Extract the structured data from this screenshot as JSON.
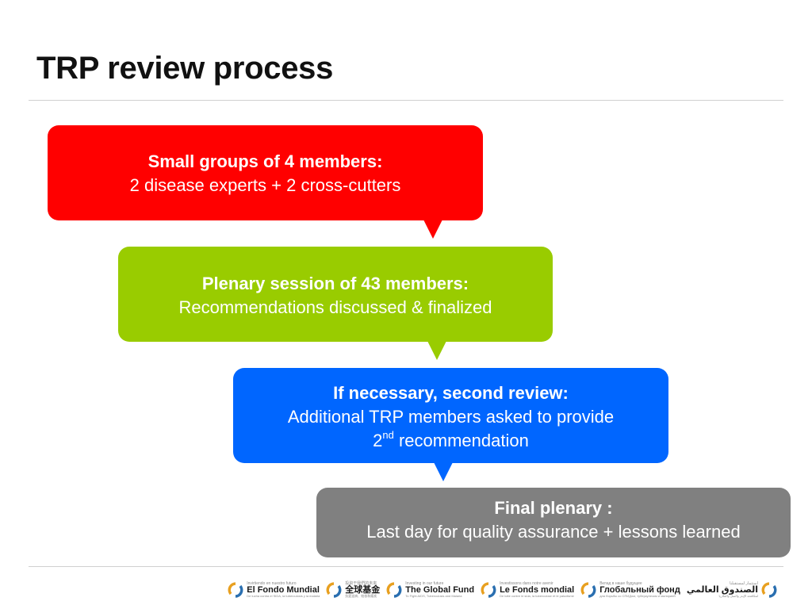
{
  "slide": {
    "title": "TRP review process"
  },
  "steps": [
    {
      "heading": "Small groups of 4 members:",
      "line1": "2 disease experts + 2 cross-cutters",
      "color": "#ff0000"
    },
    {
      "heading": "Plenary session of 43 members:",
      "line1": "Recommendations discussed & finalized",
      "color": "#99cc00"
    },
    {
      "heading": "If necessary, second review:",
      "line1": "Additional TRP members asked to provide",
      "line2_base": "2",
      "line2_sup": "nd",
      "line2_rest": " recommendation",
      "color": "#0066ff"
    },
    {
      "heading": "Final plenary :",
      "line1": "Last day for quality assurance + lessons learned",
      "color": "#808080"
    }
  ],
  "footer": {
    "logos": [
      {
        "tag": "Invirtiendo en nuestro futuro",
        "name": "El Fondo Mundial",
        "sub": "De lucha contra el SIDA, la tuberculosis y la malaria"
      },
      {
        "tag": "投資于我們的未來",
        "name": "全球基金",
        "sub": "抗愛滋病、結核和瘧疾"
      },
      {
        "tag": "Investing in our future",
        "name": "The Global Fund",
        "sub": "To Fight AIDS, Tuberculosis and Malaria"
      },
      {
        "tag": "Investissons dans notre avenir",
        "name": "Le Fonds mondial",
        "sub": "De lutte contre le sida, la tuberculose et le paludisme"
      },
      {
        "tag": "Вклад в наше будущее",
        "name": "Глобальный фонд",
        "sub": "для борьбы со СПИДом, туберкулезом и малярией"
      },
      {
        "tag": "استثمار لمستقبلنا",
        "name": "الصندوق العالمي",
        "sub": "لمكافحة الإيدز والسل والملاريا"
      }
    ],
    "logo_colors": [
      "#e8a020",
      "#2a6fb0"
    ]
  }
}
